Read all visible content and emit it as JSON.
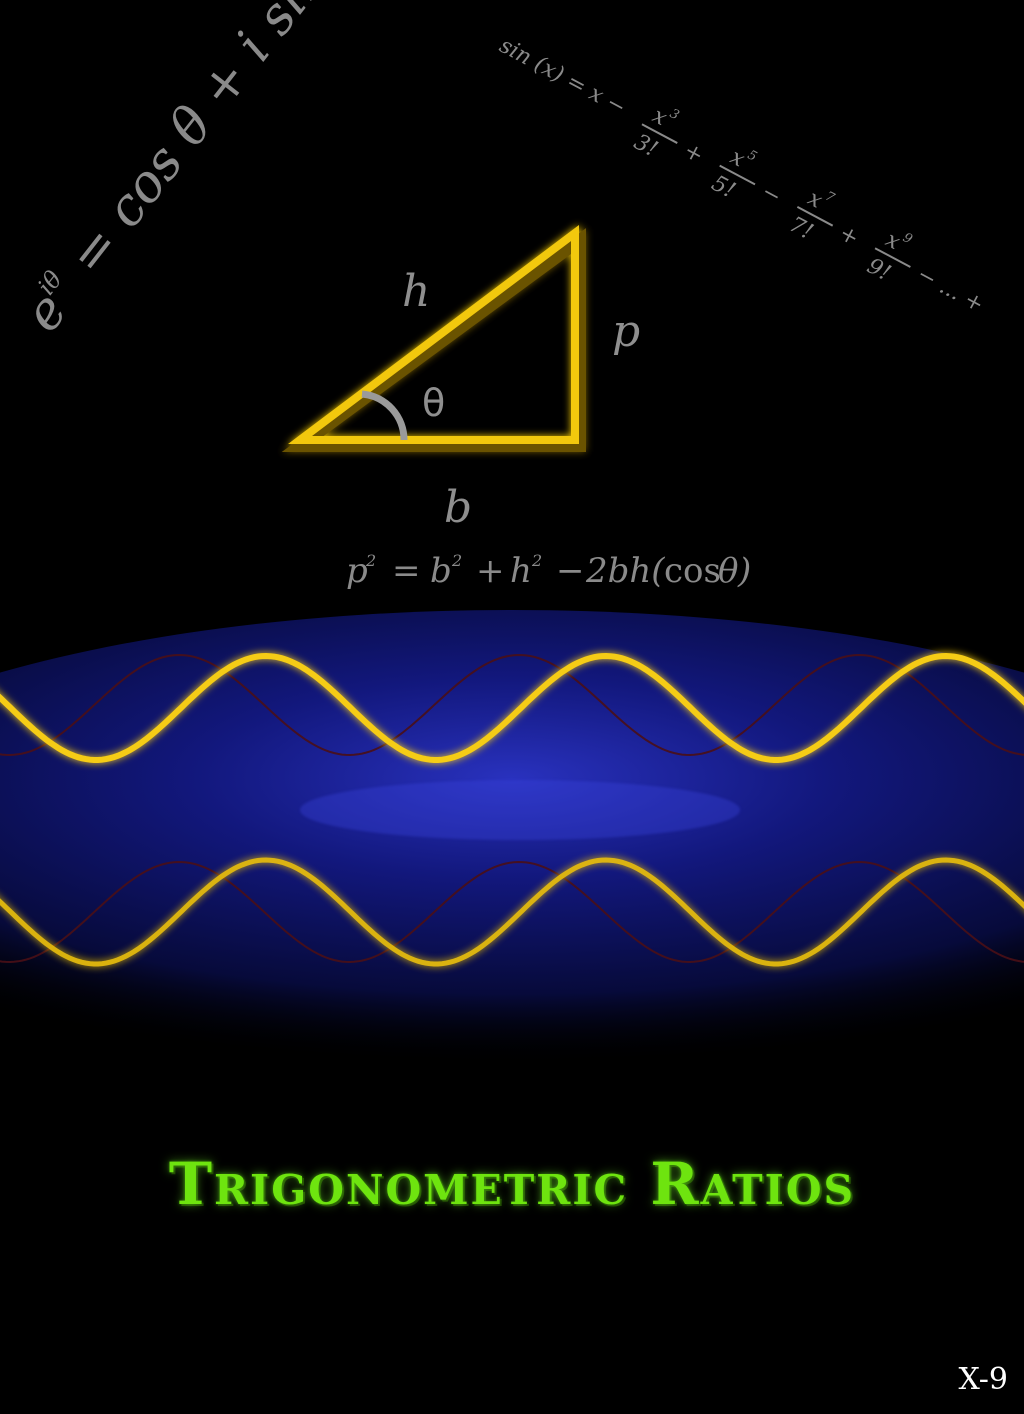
{
  "poster": {
    "title": "Trigonometric Ratios",
    "grade_label": "X-9"
  },
  "formulas": {
    "euler": {
      "e": "e",
      "exponent": "iθ",
      "rest": "= cos θ + i sin θ"
    },
    "sine_series": {
      "lhs": "sin (x) = x −",
      "terms": [
        {
          "num": "x",
          "pow": "3",
          "den": "3!",
          "op": "+"
        },
        {
          "num": "x",
          "pow": "5",
          "den": "5!",
          "op": "−"
        },
        {
          "num": "x",
          "pow": "7",
          "den": "7!",
          "op": "+"
        },
        {
          "num": "x",
          "pow": "9",
          "den": "9!",
          "op": "− ... +"
        }
      ]
    },
    "law_of_cosines": {
      "p": "p",
      "p_pow": "2",
      "eq": "=",
      "b": "b",
      "b_pow": "2",
      "plus": "+",
      "h": "h",
      "h_pow": "2",
      "minus": "−",
      "tail_pre": "2bh(",
      "cos": "cos",
      "theta": "θ",
      "close": ")"
    }
  },
  "triangle": {
    "labels": {
      "hypotenuse": "h",
      "perpendicular": "p",
      "base": "b",
      "angle": "θ"
    },
    "stroke_color": "#f2c80f"
  },
  "colors": {
    "wave_yellow": "#f5cc12",
    "wave_shadow": "#3a0d12",
    "glow_blue": "#1a22a0",
    "title_green": "#6ee40f"
  }
}
